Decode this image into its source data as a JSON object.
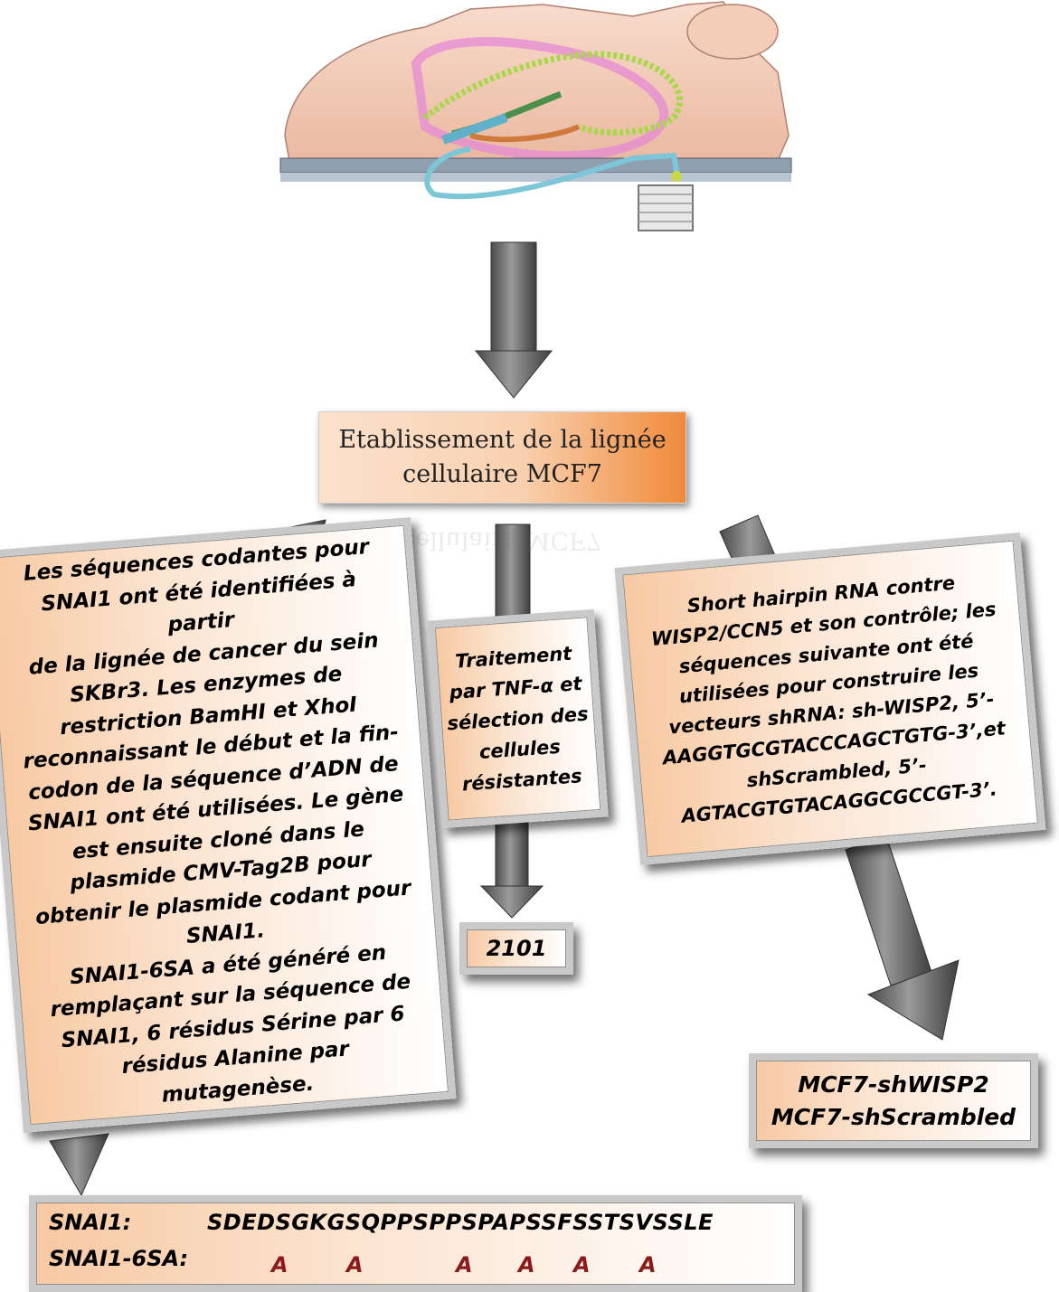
{
  "main_box": {
    "line1": "Etablissement de la lignée",
    "line2": "cellulaire MCF7"
  },
  "left_box": {
    "text": "Les séquences codantes pour\nSNAI1 ont été identifiées à partir\nde la lignée de cancer du sein\nSKBr3. Les enzymes de\nrestriction BamHI et XhoI\nreconnaissant le début et la fin-\ncodon de la séquence d’ADN de\nSNAI1 ont été utilisées. Le gène\nest ensuite cloné dans le\nplasmide CMV-Tag2B pour\nobtenir le plasmide codant pour\nSNAI1.\nSNAI1-6SA a été généré en\nremplaçant sur la séquence de\nSNAI1, 6 résidus Sérine par 6\nrésidus Alanine par mutagenèse."
  },
  "middle_box": {
    "text": "Traitement\npar TNF-α et\nsélection des\ncellules\nrésistantes"
  },
  "right_box": {
    "text": "Short hairpin RNA contre\nWISP2/CCN5 et son contrôle; les\nséquences suivante ont été\nutilisées pour construire les\nvecteurs shRNA: sh-WISP2, 5’-\nAAGGTGCGTACCCAGCTGTG-3’,et\nshScrambled, 5’-\nAGTACGTGTACAGGCGCCGT-3’."
  },
  "result_2101": {
    "label": "2101"
  },
  "result_mcf7": {
    "line1": "MCF7-shWISP2",
    "line2": "MCF7-shScrambled"
  },
  "sequence": {
    "row1_label": "SNAI1:",
    "row1_value": "SDEDSGKGSQPPSPPSPAPSSFSSTSVSSLE",
    "row2_label": "SNAI1-6SA:",
    "mutations": [
      "A",
      "A",
      "A",
      "A",
      "A",
      "A"
    ],
    "mutation_color": "#8b1a1a"
  },
  "colors": {
    "box_orange": "#f7c9a2",
    "main_box_accent": "#f08a3a",
    "arrow_gray": "#6e6e6e"
  }
}
